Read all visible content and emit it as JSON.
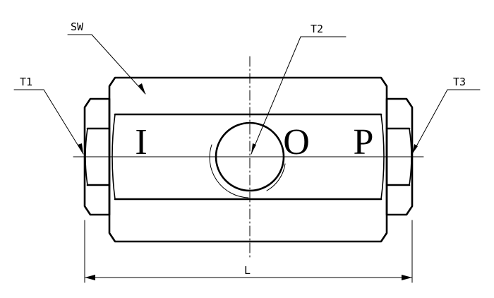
{
  "diagram": {
    "labels": {
      "sw": "SW",
      "t1": "T1",
      "t2": "T2",
      "t3": "T3",
      "length": "L"
    },
    "port_markings": [
      "I",
      "O",
      "P"
    ]
  }
}
